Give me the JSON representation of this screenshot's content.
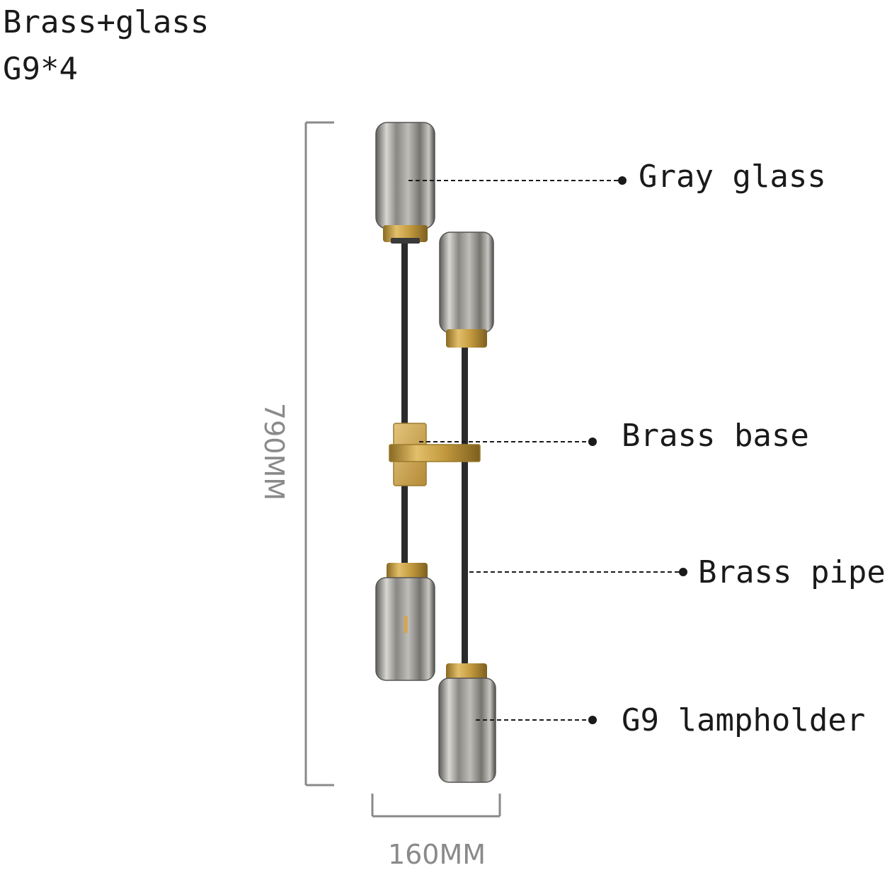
{
  "specs": {
    "material": "Brass+glass",
    "bulb": "G9*4"
  },
  "callouts": {
    "gray_glass": "Gray glass",
    "brass_base": "Brass base",
    "brass_pipe": "Brass pipe",
    "g9_lampholder": "G9 lampholder"
  },
  "dimensions": {
    "height": "790MM",
    "width": "160MM"
  },
  "colors": {
    "glass": "#8e8e8a",
    "brass": "#c9a14a",
    "pipe": "#2b2b2b",
    "dimension_lines": "#8a8a8a",
    "leader_lines": "#1a1a1a"
  }
}
